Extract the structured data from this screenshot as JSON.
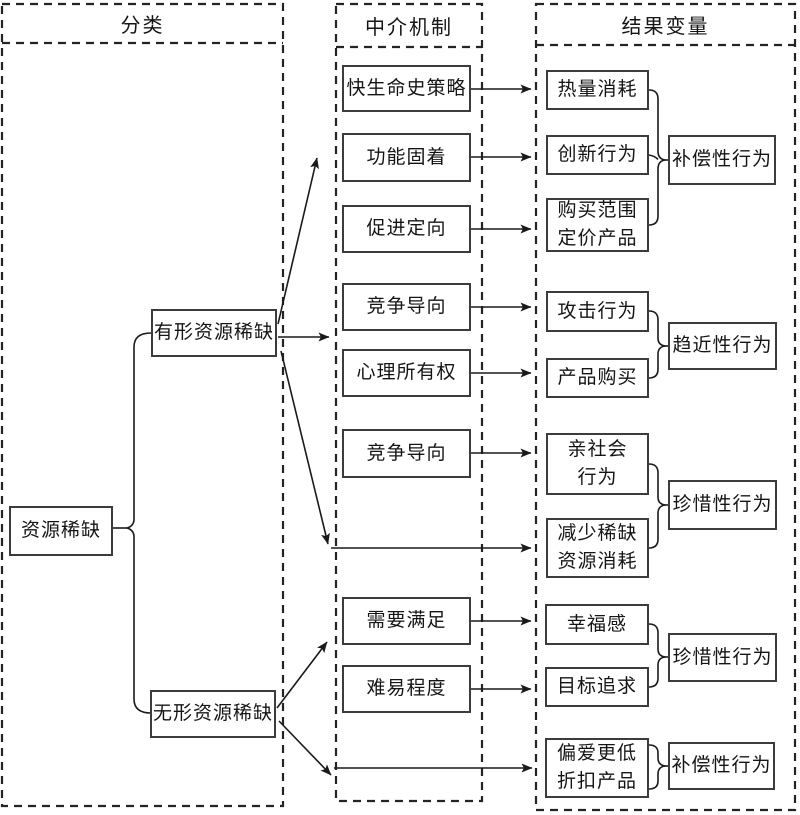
{
  "figure": {
    "headers": {
      "classification": "分类",
      "mediators": "中介机制",
      "outcomes": "结果变量"
    },
    "classification": {
      "root": "资源稀缺",
      "tangible": "有形资源稀缺",
      "intangible": "无形资源稀缺"
    },
    "mediators": [
      "快生命史策略",
      "功能固着",
      "促进定向",
      "竞争导向",
      "心理所有权",
      "竞争导向",
      "需要满足",
      "难易程度"
    ],
    "outcomes": [
      "热量消耗",
      "创新行为",
      "购买范围\n定价产品",
      "攻击行为",
      "产品购买",
      "亲社会\n行为",
      "减少稀缺\n资源消耗",
      "幸福感",
      "目标追求",
      "偏爱更低\n折扣产品"
    ],
    "categories": [
      "补偿性行为",
      "趋近性行为",
      "珍惜性行为",
      "珍惜性行为",
      "补偿性行为"
    ],
    "relations": [
      "资源稀缺 → 有形资源稀缺",
      "资源稀缺 → 无形资源稀缺",
      "有形资源稀缺 → 快生命史策略/功能固着/促进定向",
      "有形资源稀缺 → 竞争导向/心理所有权",
      "有形资源稀缺 → 减少稀缺资源消耗",
      "无形资源稀缺 → 需要满足/难易程度",
      "无形资源稀缺 → 偏爱更低折扣产品",
      "快生命史策略 → 热量消耗",
      "功能固着 → 创新行为",
      "促进定向 → 购买范围定价产品",
      "竞争导向 → 攻击行为",
      "心理所有权 → 产品购买",
      "竞争导向 → 亲社会行为",
      "需要满足 → 幸福感",
      "难易程度 → 目标追求",
      "热量消耗+创新行为+购买范围定价产品 → 补偿性行为",
      "攻击行为+产品购买 → 趋近性行为",
      "亲社会行为+减少稀缺资源消耗 → 珍惜性行为",
      "幸福感+目标追求 → 珍惜性行为",
      "偏爱更低折扣产品 → 补偿性行为"
    ],
    "colors": {
      "line": "#1a1a1a",
      "box_border": "#3c3c3c",
      "background": "#ffffff"
    }
  }
}
